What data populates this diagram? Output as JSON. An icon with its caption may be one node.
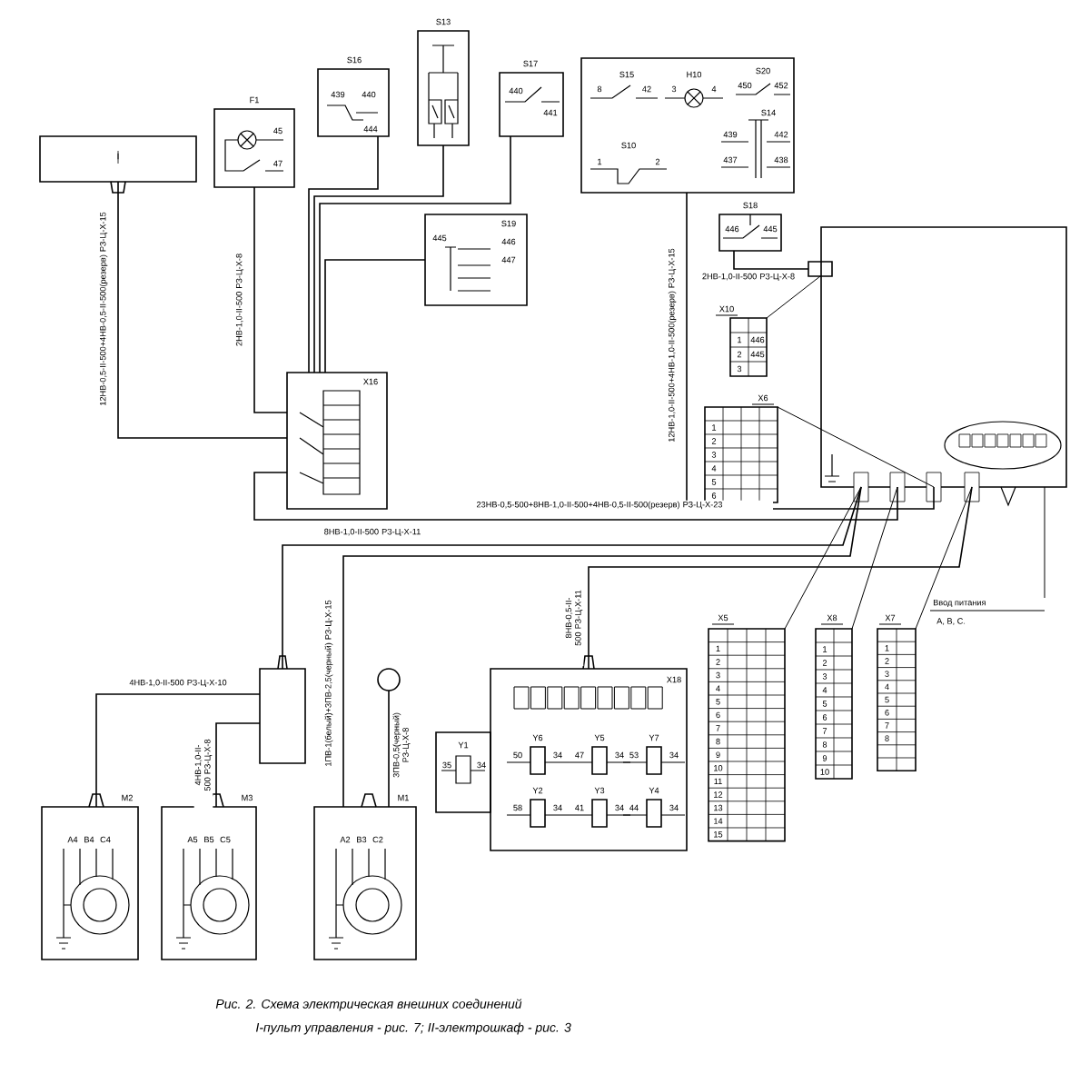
{
  "diagram": {
    "title": "Рис. 2. Схема электрическая внешних соединений",
    "caption": "I-пульт управления - рис. 7; II-электрошкаф - рис. 3",
    "nodes": [
      {
        "text": [
          "I"
        ]
      },
      {
        "text": [
          "F1",
          "45",
          "47"
        ]
      },
      {
        "text": [
          "S16",
          "439",
          "440",
          "444"
        ]
      },
      {
        "text": [
          "S13"
        ]
      },
      {
        "text": [
          "S17",
          "440",
          "441"
        ]
      },
      {
        "text": [
          "S19",
          "445",
          "446",
          "447"
        ]
      },
      {
        "text": [
          "X16"
        ]
      },
      {
        "text": [
          "S15",
          "8",
          "42",
          "H10",
          "3",
          "4",
          "S20",
          "450",
          "452",
          "S14",
          "439",
          "442",
          "437",
          "438",
          "S10",
          "1",
          "2"
        ]
      },
      {
        "text": [
          "S18",
          "446",
          "445"
        ]
      },
      {
        "text": [],
        "shape": "box"
      },
      {
        "text": [
          "X10",
          "1",
          "446",
          "2",
          "445",
          "3"
        ]
      },
      {
        "text": [
          "X6",
          "1",
          "2",
          "3",
          "4",
          "5",
          "6"
        ]
      },
      {
        "text": [],
        "shape": "box"
      },
      {
        "text": [
          "X5",
          "1",
          "2",
          "3",
          "4",
          "5",
          "6",
          "7",
          "8",
          "9",
          "10",
          "11",
          "12",
          "13",
          "14",
          "15"
        ]
      },
      {
        "text": [
          "X8",
          "1",
          "2",
          "3",
          "4",
          "5",
          "6",
          "7",
          "8",
          "9",
          "10"
        ]
      },
      {
        "text": [
          "X7",
          "1",
          "2",
          "3",
          "4",
          "5",
          "6",
          "7",
          "8"
        ]
      },
      {
        "text": [
          "Ввод питания",
          "А, В, С."
        ]
      },
      {
        "text": [],
        "shape": "box"
      },
      {
        "text": [],
        "shape": "circle"
      },
      {
        "text": [
          "M2",
          "A4",
          "B4",
          "C4"
        ]
      },
      {
        "text": [
          "M3",
          "A5",
          "B5",
          "C5"
        ]
      },
      {
        "text": [
          "M1",
          "A2",
          "B3",
          "C2"
        ]
      },
      {
        "text": [
          "Y1",
          "35",
          "34"
        ]
      },
      {
        "text": [
          "X18"
        ]
      },
      {
        "text": [
          "Y6",
          "50",
          "34"
        ],
        "in": 23
      },
      {
        "text": [
          "Y5",
          "47",
          "34"
        ],
        "in": 23
      },
      {
        "text": [
          "Y7",
          "53",
          "34"
        ],
        "in": 23
      },
      {
        "text": [
          "Y2",
          "58",
          "34"
        ],
        "in": 23
      },
      {
        "text": [
          "Y3",
          "41",
          "34"
        ],
        "in": 23
      },
      {
        "text": [
          "Y4",
          "44",
          "34"
        ],
        "in": 23
      }
    ],
    "edges": [
      {
        "from": 0,
        "to": 6,
        "arrow": "none",
        "label": "12НВ-0,5-II-500+4НВ-0,5-II-500(резерв) РЗ-Ц-Х-15"
      },
      {
        "from": 1,
        "to": 6,
        "arrow": "none",
        "label": "2НВ-1,0-II-500 РЗ-Ц-Х-8"
      },
      {
        "from": 2,
        "to": 6,
        "arrow": "none"
      },
      {
        "from": 3,
        "to": 6,
        "arrow": "none"
      },
      {
        "from": 4,
        "to": 6,
        "arrow": "none"
      },
      {
        "from": 5,
        "to": 6,
        "arrow": "none"
      },
      {
        "from": 6,
        "to": 12,
        "arrow": "none",
        "label": "23НВ-0,5-500+8НВ-1,0-II-500+4НВ-0,5-II-500(резерв) РЗ-Ц-Х-23"
      },
      {
        "from": 7,
        "to": 12,
        "arrow": "none",
        "label": "12НВ-1,0-II-500+4НВ-1,0-II-500(резерв) РЗ-Ц-Х-15"
      },
      {
        "from": 8,
        "to": 9,
        "arrow": "none",
        "label": "2НВ-1,0-II-500 РЗ-Ц-Х-8"
      },
      {
        "from": 10,
        "to": 9,
        "arrow": "none"
      },
      {
        "from": 11,
        "to": 12,
        "arrow": "none"
      },
      {
        "from": 12,
        "to": 17,
        "arrow": "none",
        "label": "8НВ-1,0-II-500 РЗ-Ц-Х-11"
      },
      {
        "from": 17,
        "to": 19,
        "arrow": "none",
        "label": "4НВ-1,0-II-500 РЗ-Ц-Х-10"
      },
      {
        "from": 17,
        "to": 20,
        "arrow": "none",
        "label": "4НВ-1,0-II-500 РЗ-Ц-Х-8"
      },
      {
        "from": 12,
        "to": 21,
        "arrow": "none",
        "label": "1ПВ-1(белый)+3ПВ-2,5(черный) РЗ-Ц-Х-15"
      },
      {
        "from": 18,
        "to": 21,
        "arrow": "none",
        "label": "3ПВ-0,5(черный) РЗ-Ц-Х-8"
      },
      {
        "from": 12,
        "to": 23,
        "arrow": "none",
        "label": "8НВ-0,5-II-500 РЗ-Ц-Х-11"
      },
      {
        "from": 13,
        "to": 12,
        "arrow": "none"
      },
      {
        "from": 14,
        "to": 12,
        "arrow": "none"
      },
      {
        "from": 15,
        "to": 12,
        "arrow": "none"
      },
      {
        "from": 16,
        "to": 12,
        "arrow": "none"
      }
    ]
  }
}
